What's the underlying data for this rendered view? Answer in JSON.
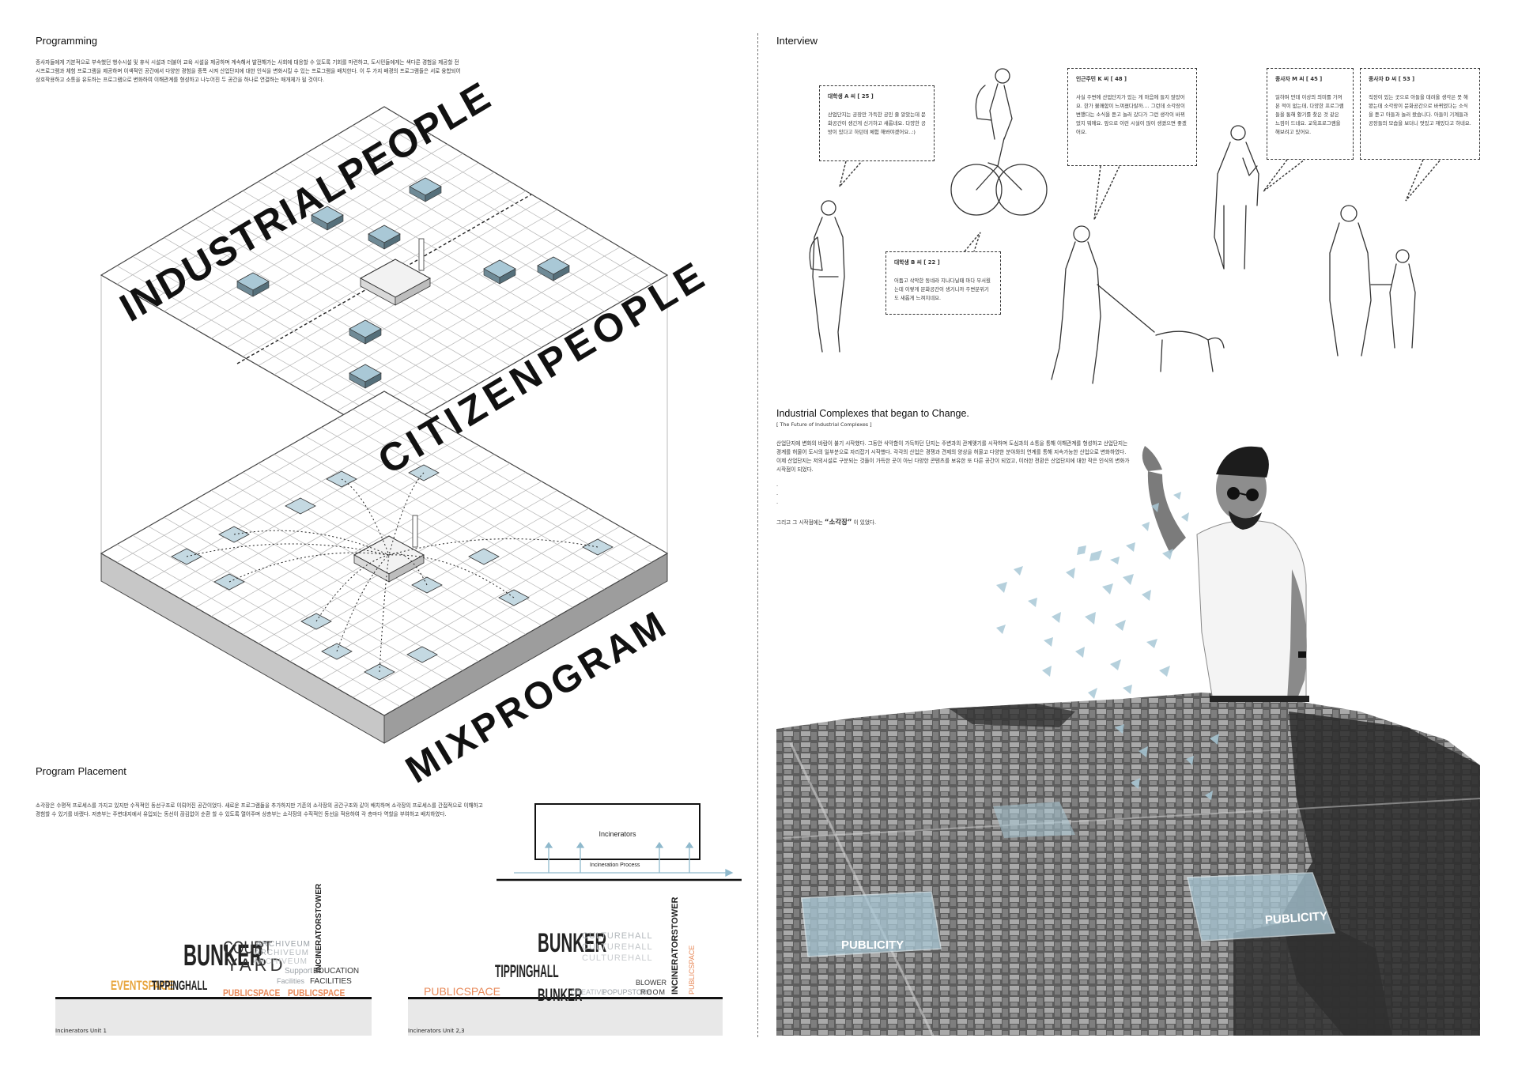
{
  "left": {
    "programming": {
      "title": "Programming",
      "body": "종사자들에게 기본적으로 부속했던 행수시설 및 휴식 시설과 더불어 교육 시설을 제공하며 계속해서 발전해가는 사회에 대응할 수 있도록 기회를 마련하고, 도시민들에게는 색다른 경험을 제공할 전시프로그램과 체험 프로그램을 제공하며 이색적인 공간에서 다양한 경험을 증폭 시켜 산업단지에 대한 인식을 변화시킬 수 있는 프로그램을 배치한다. 이 두 가지 배경의 프로그램들은 서로 융합되어 상호작용하고 소통을 유도하는 프로그램으로 변화하여 이해관계를 형성하고 나누어진 두 공간을 하나로 연결하는 매개체가 될 것이다."
    },
    "axo": {
      "industrial": "INDUSTRIALPEOPLE",
      "citizen": "CITIZENPEOPLE",
      "mix": "MIXPROGRAM"
    },
    "placement": {
      "title": "Program Placement",
      "body": "소각장은 수평적 프로세스를 가지고 있지만 수직적인 동선구조로 이뤄어진 공간이었다. 새로운 프로그램들을 추가하지만 기존의 소각장의 공간구조와 같이 배치하며 소각장의 프로세스를 간접적으로 이해하고 경험할 수 있기를 바랬다. 저층부는 주변대지에서 유입되는 동선이 끊김없이 순환 할 수 있도록 열어주며 상층부는 소각장의 수직적인 동선을 적용하여 각 층마다 역할을 부여하고 배치하였다.",
      "incinerators": "Incinerators",
      "process": "Incineration Process",
      "unit1": "Incinerators Unit 1",
      "unit23": "Incinerators Unit 2,3"
    },
    "words1": [
      "EVENTSPACE",
      "TIPPINGHALL",
      "BUNKER",
      "COURT",
      "YARD",
      "ARCHIVEUM",
      "INCINERATORSTOWER",
      "PUBLICSPACE",
      "PUBLICSPACE",
      "Support",
      "EDUCATION",
      "Facilities",
      "FACILITIES"
    ],
    "words2": [
      "PUBLICSPACE",
      "TIPPINGHALL",
      "BUNKER",
      "BUNKER",
      "CULTUREHALL",
      "INCINERATORSTOWER",
      "CREATIVE",
      "POPUPSTORE",
      "BLOWER",
      "ROOM",
      "PUBLICSPACE"
    ]
  },
  "right": {
    "interview": {
      "title": "Interview",
      "bubbles": [
        {
          "name": "대학생 A 씨 [ 25 ]",
          "text": "산업단지는 공장만 가득한 공인 줄 알았는데 문화공간이 생긴게 신기하고 새롭네요. 다양한 공방이 있다고 하던데 체험 해봐야겠어요..:)"
        },
        {
          "name": "대학생 B 씨 [ 22 ]",
          "text": "어둡고 삭막한 동네라 지나다닐때 마다 무서웠는데 이렇게 문화공간이 생기니까 주변분위기도 새롭게 느껴지네요."
        },
        {
          "name": "인근주민 K 씨 [ 48 ]",
          "text": "사실 주변에 산업단지가 있는 게 마음에 들지 않았어요. 한가 불쾌함이 느껴졌다랄까.... 그런데 소각장이 변했다는 소식을 듣고 놀러 갔다가 그런 생각이 바뀌었지 뭐에요. 앞으로 이런 시설이 많이 생겼으면 좋겠어요."
        },
        {
          "name": "종사자 M 씨 [ 45 ]",
          "text": "일하며 딴데 이상의 의미를 가져본 적이 없는데, 다양한 프로그램들을 통해 활기를 찾은 것 같은 느낌이 드네요. 교육프로그램을 해보려고 있어요."
        },
        {
          "name": "종사자 D 씨 [ 53 ]",
          "text": "직장이 있는 곳으로 아들을 데려올 생각은 못 해봤는데 소각장이 문화공간으로 바뀌었다는 소식을 듣고 아들과 놀러 왔습니다. 아들이 기계들과 공장들의 모습을 보더니 엇있고 재밌다고 하네요."
        }
      ]
    },
    "change": {
      "title": "Industrial Complexes that began to Change.",
      "subtitle": "[ The Future of Industrial Complexes ]",
      "body": "산업단지에 변화의 바람이 불기 시작했다. 그동안 삭막함이 가득하던 단지는 주변과의 관계맺기를 시작하며 도심과의 소통을 통해 이해관계를 형성하고 산업단지는 경계를 허물어 도시의 일부분으로 자리잡기 시작했다. 각각의 산업은 경쟁과 견제의 양상을 허물고 다양한 분야와의 연계를 통해 지속가능한 산업으로 변화하였다. 이제 산업단지는 저의시설로 구분되는 것들이 가득한 곳이 아닌 다양한 콘텐츠를 보유한 또 다른 공간이 되었고, 이러한 전환은 산업단지에 대한 작은 인식의 변화가 시작점이 되었다.",
      "dots": ".\n.\n.",
      "closing_pre": "그리고 그 시작점에는 ",
      "closing_em": "“소각장”",
      "closing_post": " 이 있었다."
    },
    "publicity": [
      "PUBLICITY",
      "PUBLICITY"
    ]
  },
  "colors": {
    "accent_blue": "#a9c8d6",
    "orange": "#e88a5a",
    "yellow": "#e8a640",
    "grey_word": "#9aa0a6"
  }
}
